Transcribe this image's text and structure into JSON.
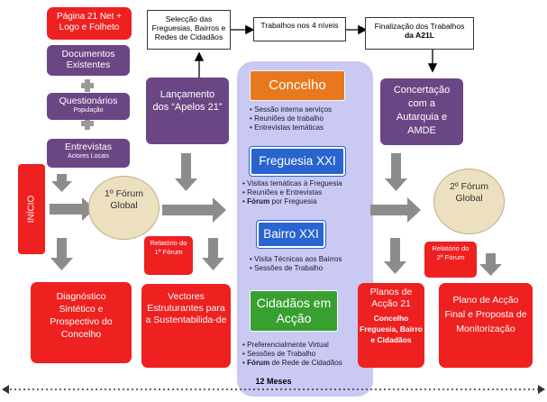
{
  "left": {
    "site": "Página 21 Net + Logo e Folheto",
    "docs": "Documentos Existentes",
    "quest": {
      "title": "Questionários",
      "sub": "População"
    },
    "entrev": {
      "title": "Entrevistas",
      "sub": "Actores Locais"
    },
    "inicio": "INÍCIO",
    "forum1": "1º Fórum Global",
    "diag": "Diagnóstico Sintético e Prospectivo do Concelho"
  },
  "top": {
    "selecao": "Selecção das Freguesias, Bairros e Redes de Cidadãos",
    "trabalhos": "Trabalhos nos 4 níveis",
    "finalizacao_prefix": "Finalização dos Trabalhos",
    "finalizacao_bold": "da A21L"
  },
  "middle_left": {
    "lancamento": "Lançamento dos “Apelos 21”",
    "relatorio1": "Relatório do 1º Fórum",
    "vectores": "Vectores Estruturantes para a Sustentabilida-de"
  },
  "column": {
    "concelho": {
      "title": "Concelho",
      "items": [
        "Sessão interna serviços",
        "Reuniões de trabalho",
        "Entrevistas temáticas"
      ]
    },
    "freguesia": {
      "title": "Freguesia XXI",
      "items": [
        "Visitas temáticas à Freguesia",
        "Reuniões e Entrevistas"
      ],
      "last_bold": "Fórum",
      "last_rest": " por Freguesia"
    },
    "bairro": {
      "title": "Bairro XXI",
      "items": [
        "Visita Técnicas aos Bairros",
        "Sessões de Trabalho"
      ]
    },
    "cidadaos": {
      "title": "Cidadãos em Acção",
      "items": [
        "Preferencialmente Virtual",
        "Sessões de Trabalho"
      ],
      "last_bold": "Fórum",
      "last_rest": " de Rede de Cidadãos"
    }
  },
  "right": {
    "concertacao": "Concertação com a Autarquia e AMDE",
    "forum2": "2º Fórum Global",
    "relatorio2": "Relatório do 2º Fórum",
    "planos": {
      "title": "Planos de Acção 21",
      "sub": "Concelho Freguesia, Bairro e Cidadãos"
    },
    "final": "Plano de Acção Final e Proposta de Monitorização"
  },
  "timeline": "12 Meses",
  "colors": {
    "red": "#ee2020",
    "purple": "#6b4684",
    "lavender": "#c9c9f3",
    "orange": "#e8781e",
    "blue": "#2a64d0",
    "green": "#38a030",
    "arrow": "#8c8c8c"
  }
}
